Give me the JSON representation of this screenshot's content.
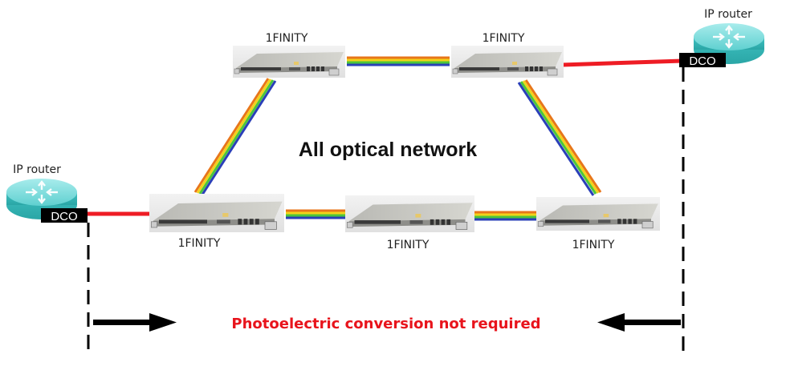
{
  "diagram": {
    "title": "All optical network",
    "note": "Photoelectric conversion not required",
    "note_color": "#e8141c",
    "link_color_electrical": "#ee1c24",
    "rainbow_colors": [
      "#e8761a",
      "#f2d21a",
      "#4cc63a",
      "#2a3fb8"
    ],
    "routers": [
      {
        "id": "router-left",
        "label": "IP router",
        "port_label": "DCO"
      },
      {
        "id": "router-right",
        "label": "IP router",
        "port_label": "DCO"
      }
    ],
    "nodes": [
      {
        "id": "node-top-left",
        "label": "1FINITY"
      },
      {
        "id": "node-top-right",
        "label": "1FINITY"
      },
      {
        "id": "node-bottom-left",
        "label": "1FINITY"
      },
      {
        "id": "node-bottom-middle",
        "label": "1FINITY"
      },
      {
        "id": "node-bottom-right",
        "label": "1FINITY"
      }
    ]
  }
}
